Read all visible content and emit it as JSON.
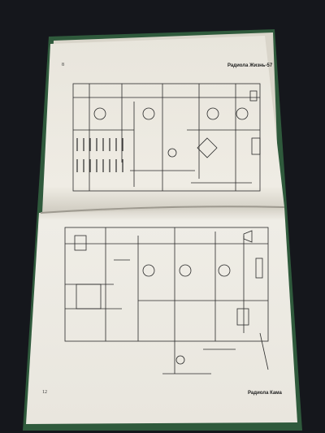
{
  "photo": {
    "subject": "open book with radio circuit schematics",
    "colors": {
      "background": "#15171c",
      "cover": "#2f5a3c",
      "paper": "#eeebe2",
      "ink": "#2a2a2a"
    }
  },
  "top_page": {
    "number": "8",
    "title": "Радиола Жизнь-57"
  },
  "bottom_page": {
    "number": "12",
    "title": "Радиола Кама"
  }
}
